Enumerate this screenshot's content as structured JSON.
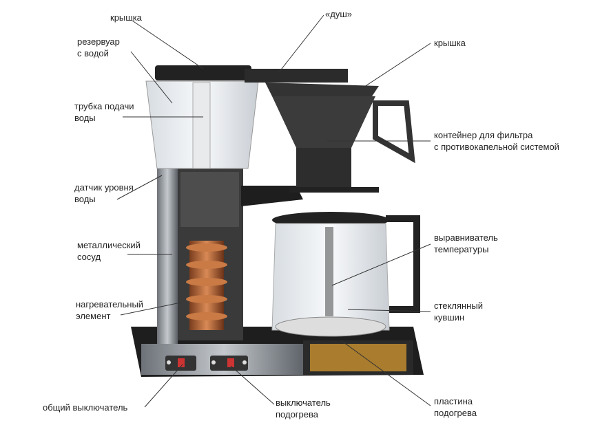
{
  "labels": {
    "lid_left": "крышка",
    "reservoir": [
      "резервуар",
      "с водой"
    ],
    "water_tube": [
      "трубка подачи",
      "воды"
    ],
    "level_sensor": [
      "датчик уровня",
      "воды"
    ],
    "metal_vessel": [
      "металлический",
      "сосуд"
    ],
    "heating_element": [
      "нагревательный",
      "элемент"
    ],
    "main_switch": "общий выключатель",
    "warmer_switch": [
      "выключатель",
      "подогрева"
    ],
    "shower": "«душ»",
    "lid_right": "крышка",
    "filter_container": [
      "контейнер для фильтра",
      "с противокапельной системой"
    ],
    "temp_equalizer": [
      "выравниватель",
      "температуры"
    ],
    "glass_jug": [
      "стеклянный",
      "кувшин"
    ],
    "warming_plate": [
      "пластина",
      "подогрева"
    ]
  },
  "colors": {
    "body": "#2b2b2b",
    "metal": "#8a8f96",
    "copper": "#b4653a",
    "plate": "#e0a030",
    "line": "#333333"
  }
}
